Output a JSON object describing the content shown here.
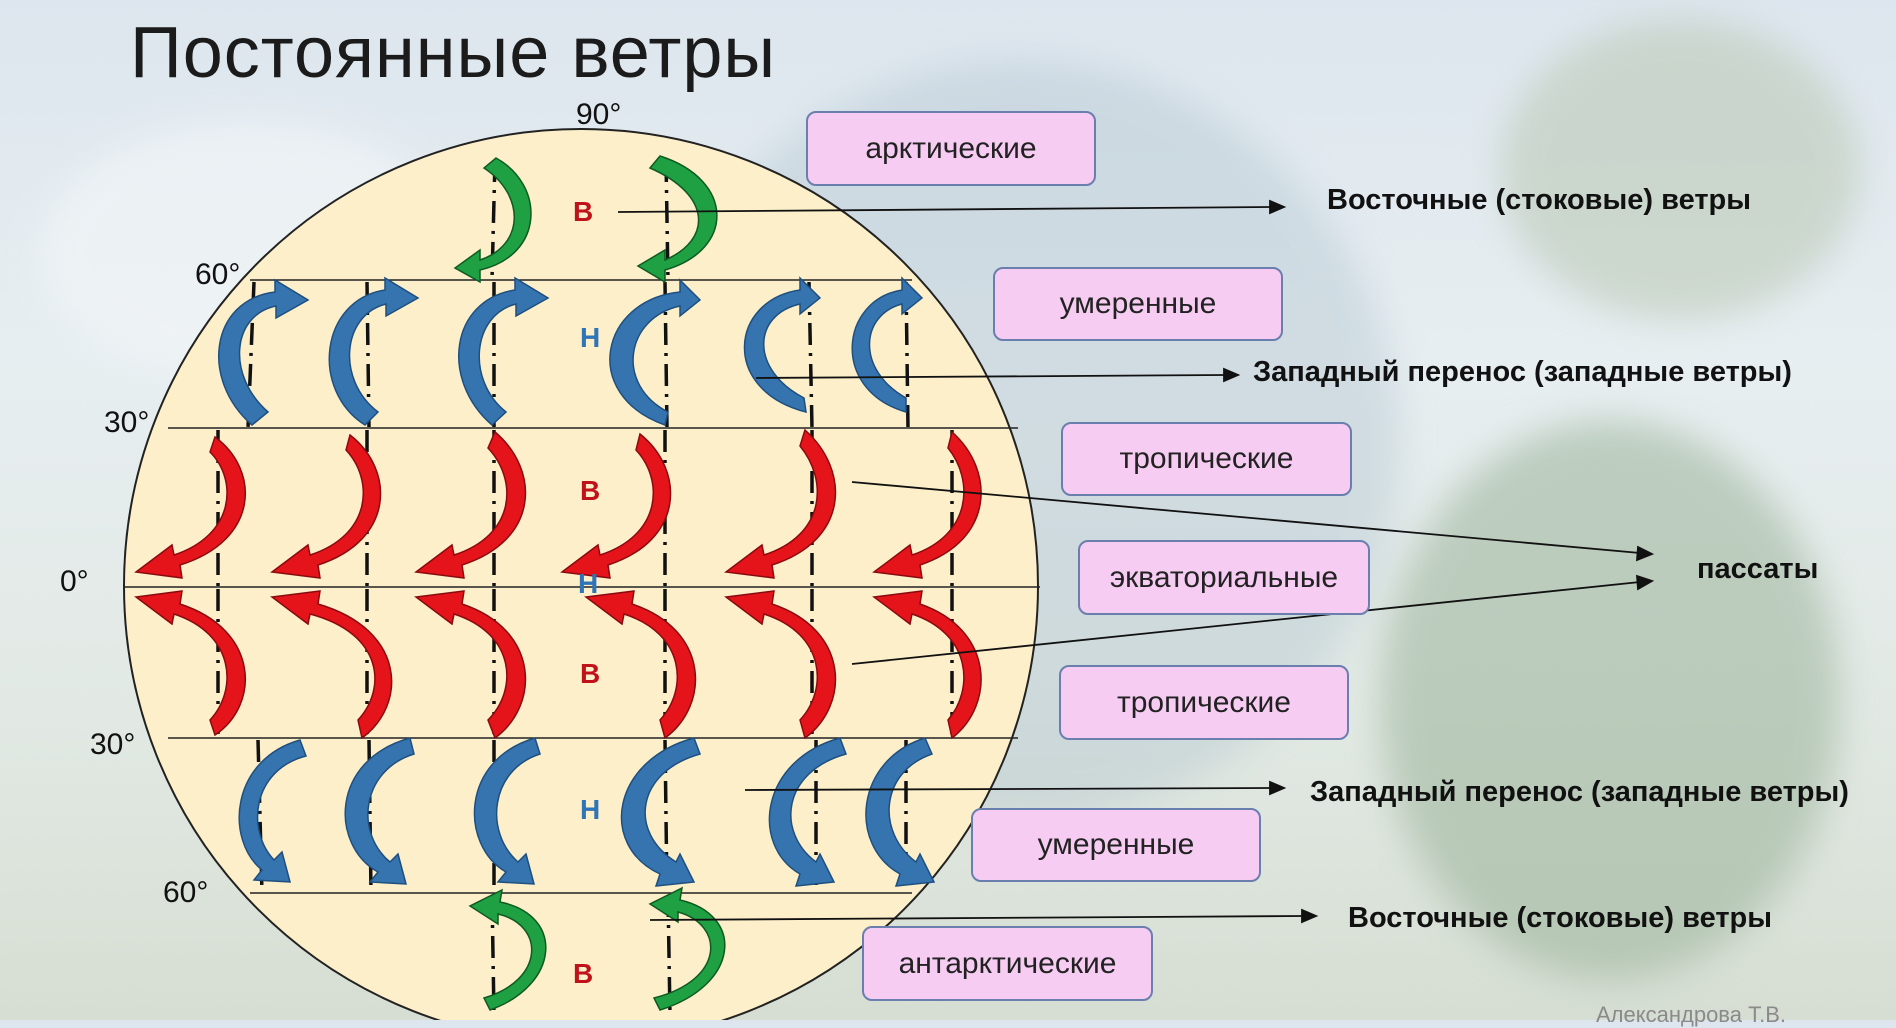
{
  "title": "Постоянные ветры",
  "latitudes": {
    "lat90": "90°",
    "lat60n": "60°",
    "lat30n": "30°",
    "lat0": "0°",
    "lat30s": "30°",
    "lat60s": "60°"
  },
  "zones": {
    "arctic": "арктические",
    "temperate_n": "умеренные",
    "tropical_n": "тропические",
    "equatorial": "экваториальные",
    "tropical_s": "тропические",
    "temperate_s": "умеренные",
    "antarctic": "антарктические"
  },
  "winds": {
    "east_n": "Восточные (стоковые) ветры",
    "west_n": "Западный перенос (западные ветры)",
    "trade": "пассаты",
    "west_s": "Западный перенос (западные ветры)",
    "east_s": "Восточные (стоковые) ветры"
  },
  "pressure": {
    "b1": "В",
    "h1": "Н",
    "b2": "В",
    "h2": "Н",
    "b3": "В",
    "h3": "Н",
    "b4": "В"
  },
  "colors": {
    "globe": "#fcefc9",
    "green": "#1fa043",
    "blue": "#3674b0",
    "red": "#e5141a",
    "pill": "#f6ccf2",
    "high": "#c0121a",
    "low": "#2f74b8"
  },
  "author": "Александрова Т.В."
}
